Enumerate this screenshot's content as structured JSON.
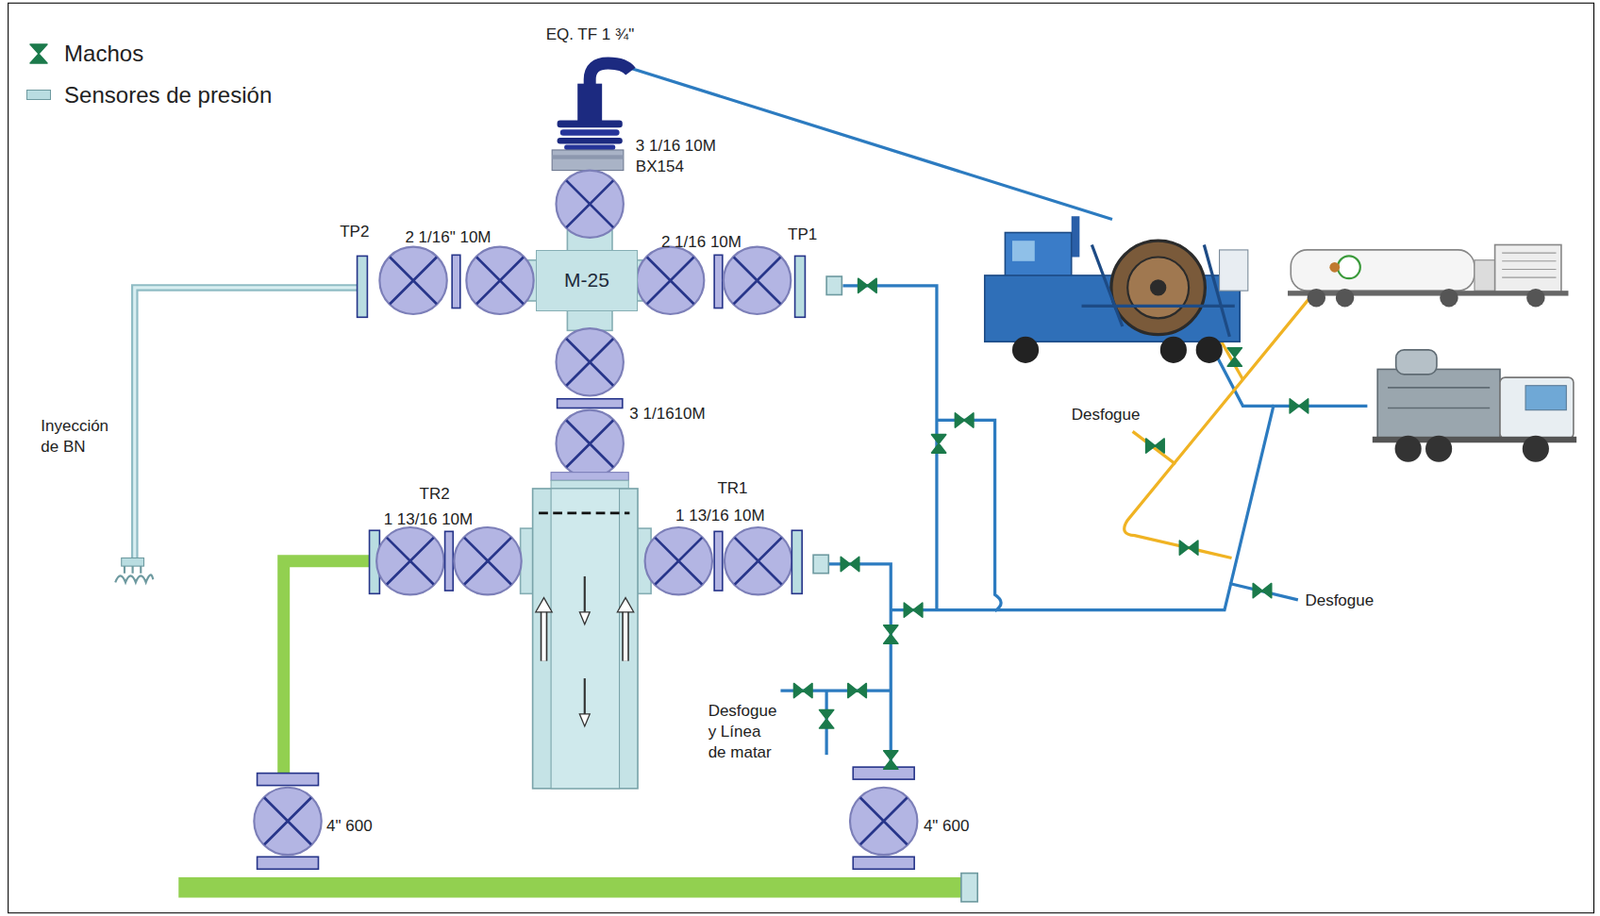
{
  "diagram": {
    "nodes": [
      {
        "text": [
          "M-25"
        ]
      }
    ],
    "labels": [
      "EQ. TF 1 ¾\"",
      "3 1/16 10M BX154",
      "TP2",
      "2 1/16\" 10M",
      "2 1/16 10M",
      "TP1",
      "3 1/1610M",
      "Inyección de BN",
      "TR2",
      "1 13/16 10M",
      "TR1",
      "1 13/16 10M",
      "Desfogue",
      "Desfogue",
      "Desfogue y Línea de matar",
      "4\" 600",
      "4\" 600"
    ],
    "legend": [
      {
        "text": "Machos"
      },
      {
        "text": "Sensores de presión",
        "color": "#b9dde1"
      }
    ]
  }
}
